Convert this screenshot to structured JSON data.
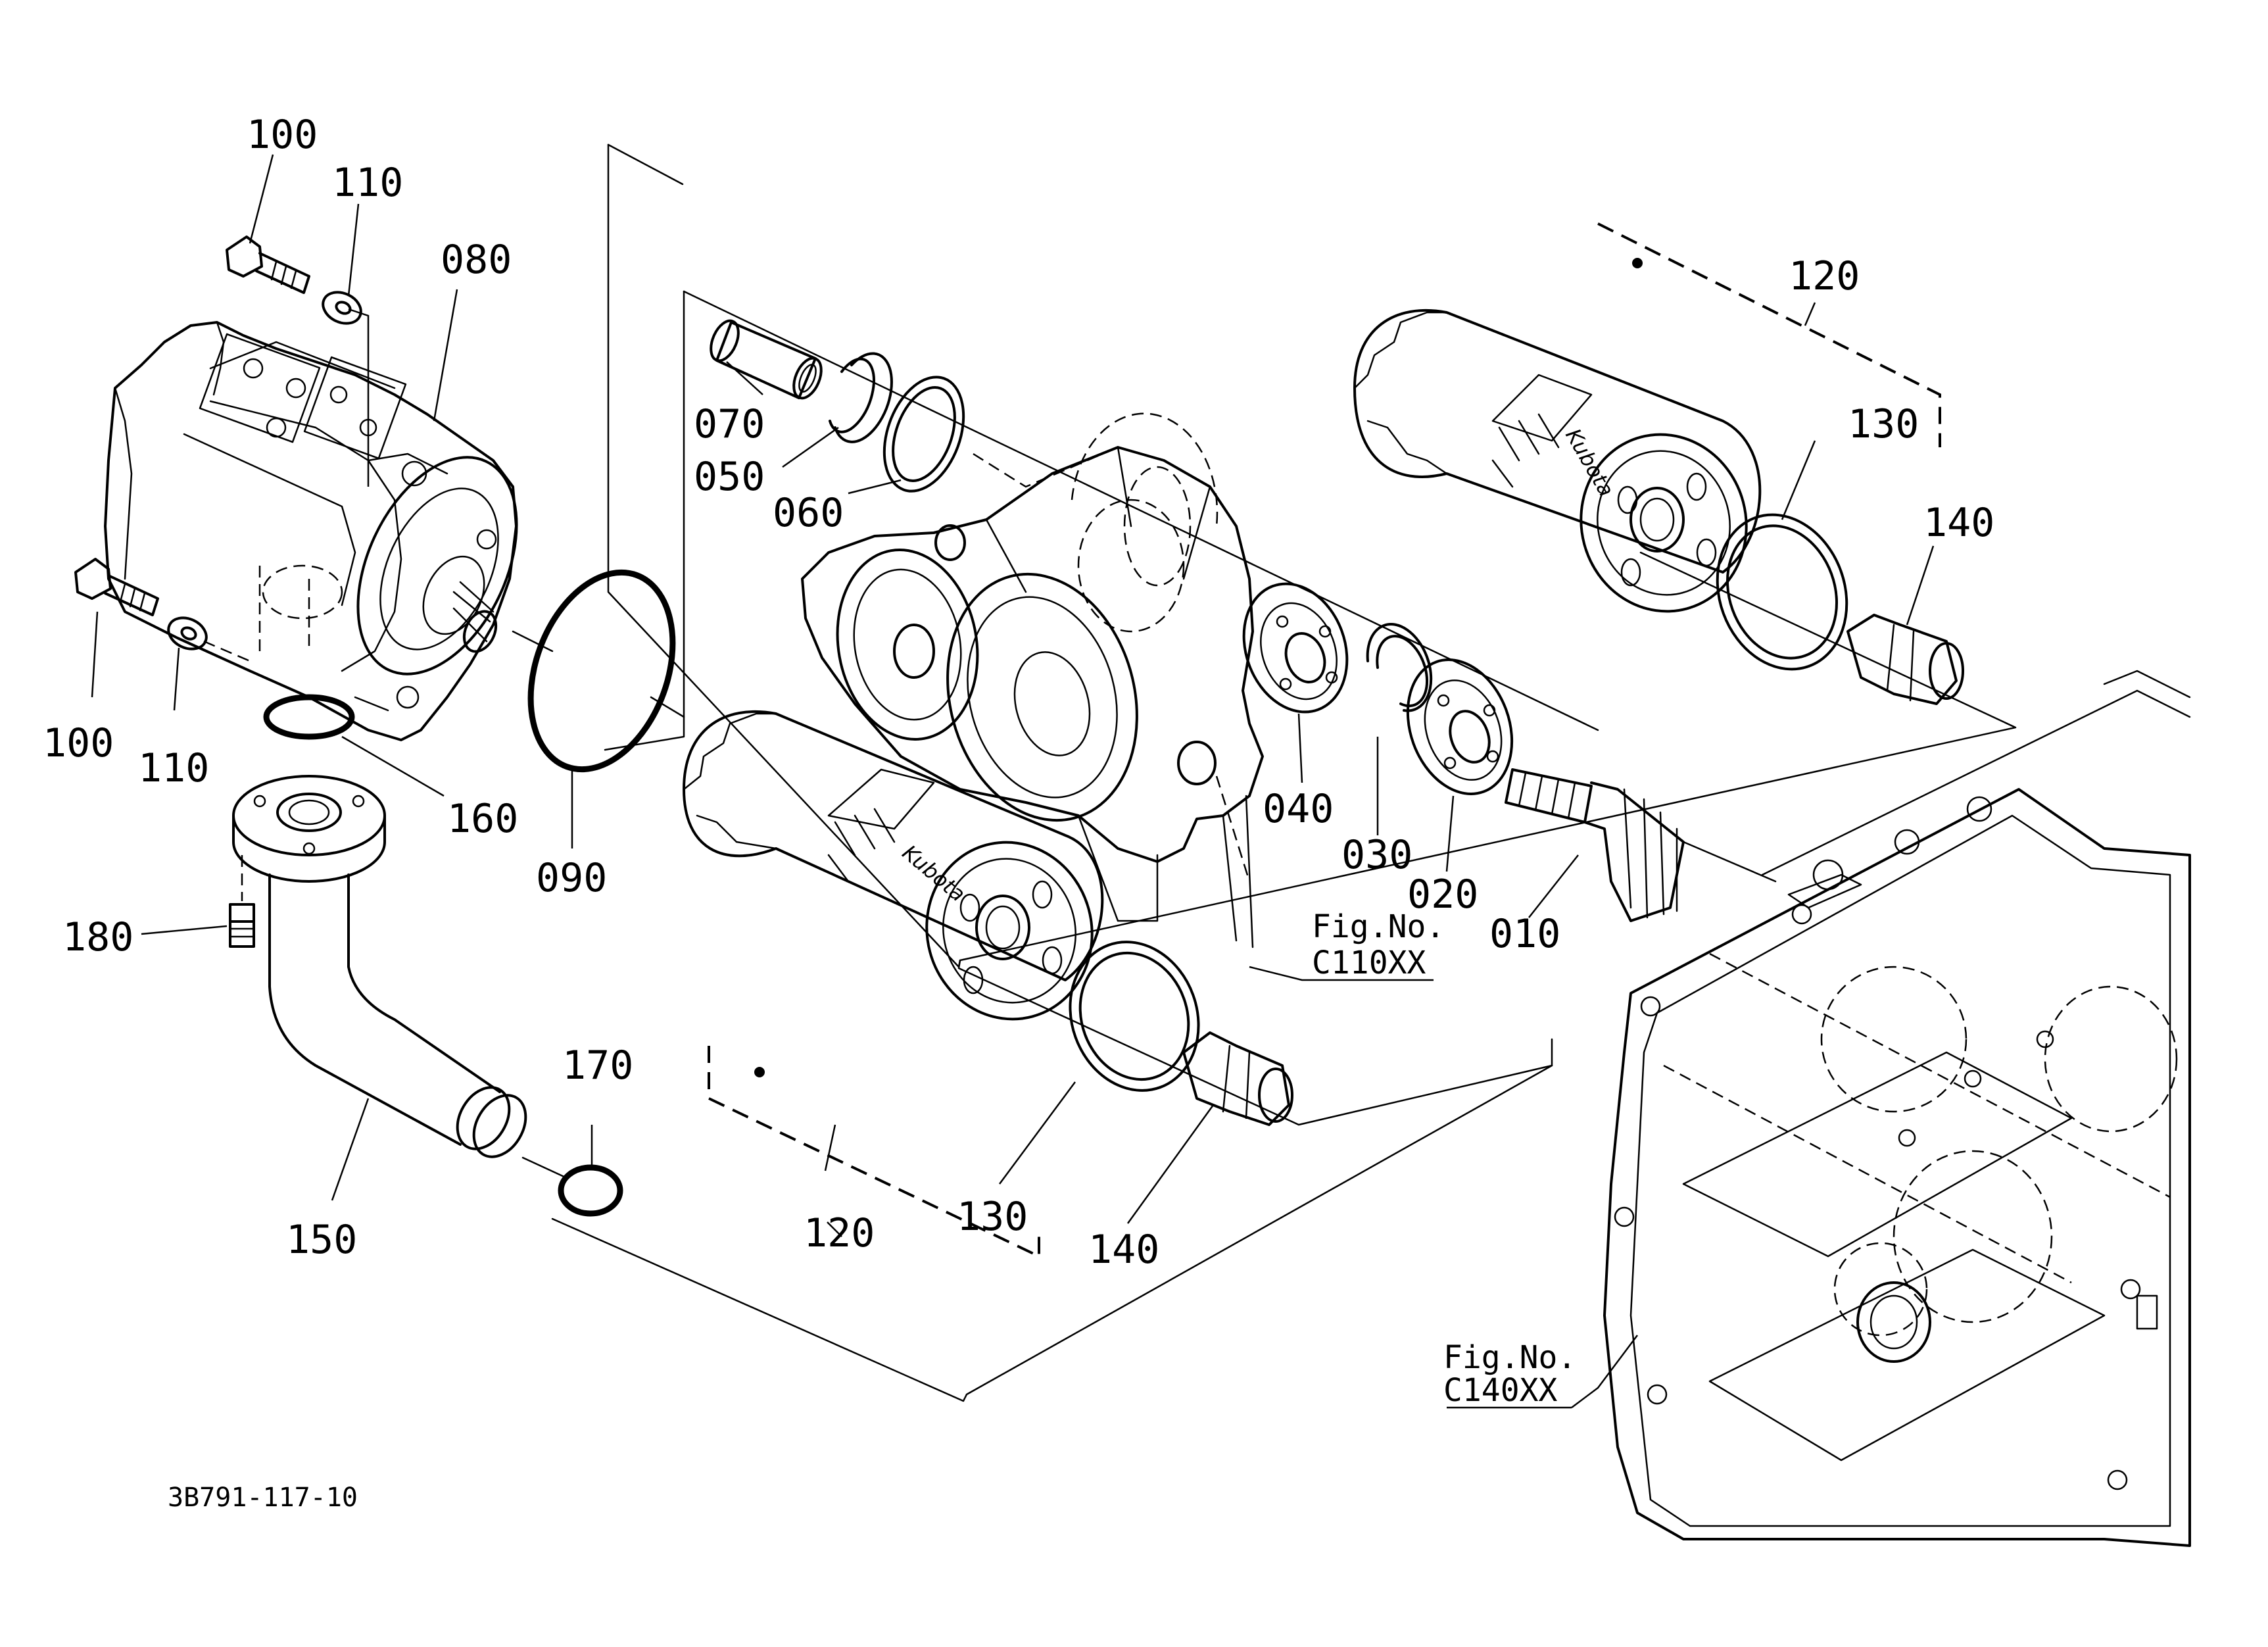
{
  "labels": {
    "p100_top": "100",
    "p110_top": "110",
    "p080": "080",
    "p070": "070",
    "p050": "050",
    "p060": "060",
    "p100_left": "100",
    "p110_left": "110",
    "p160": "160",
    "p090": "090",
    "p180": "180",
    "p170": "170",
    "p150": "150",
    "p120_bottom": "120",
    "p130_bottom": "130",
    "p140_bottom": "140",
    "p040": "040",
    "p030": "030",
    "p020": "020",
    "p010": "010",
    "p120_top": "120",
    "p130_top": "130",
    "p140_top": "140"
  },
  "figure_refs": {
    "fig_a_title": "Fig.No.",
    "fig_a_code": "C110XX",
    "fig_b_title": "Fig.No.",
    "fig_b_code": "C140XX"
  },
  "filter_brand": "Kubota",
  "drawing_code": "3B791-117-10"
}
